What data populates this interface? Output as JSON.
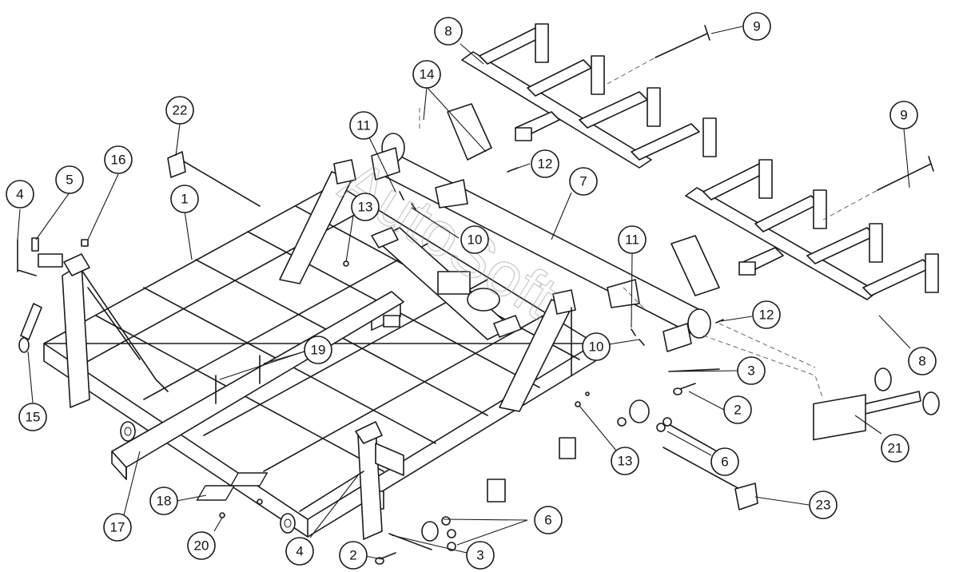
{
  "watermark": "AutoSoft",
  "callouts": [
    {
      "id": "c1",
      "label": "1"
    },
    {
      "id": "c2a",
      "label": "2"
    },
    {
      "id": "c2b",
      "label": "2"
    },
    {
      "id": "c3a",
      "label": "3"
    },
    {
      "id": "c3b",
      "label": "3"
    },
    {
      "id": "c4a",
      "label": "4"
    },
    {
      "id": "c4b",
      "label": "4"
    },
    {
      "id": "c5",
      "label": "5"
    },
    {
      "id": "c6a",
      "label": "6"
    },
    {
      "id": "c6b",
      "label": "6"
    },
    {
      "id": "c7",
      "label": "7"
    },
    {
      "id": "c8a",
      "label": "8"
    },
    {
      "id": "c8b",
      "label": "8"
    },
    {
      "id": "c9a",
      "label": "9"
    },
    {
      "id": "c9b",
      "label": "9"
    },
    {
      "id": "c10a",
      "label": "10"
    },
    {
      "id": "c10b",
      "label": "10"
    },
    {
      "id": "c11a",
      "label": "11"
    },
    {
      "id": "c11b",
      "label": "11"
    },
    {
      "id": "c12a",
      "label": "12"
    },
    {
      "id": "c12b",
      "label": "12"
    },
    {
      "id": "c13a",
      "label": "13"
    },
    {
      "id": "c13b",
      "label": "13"
    },
    {
      "id": "c14",
      "label": "14"
    },
    {
      "id": "c15",
      "label": "15"
    },
    {
      "id": "c16",
      "label": "16"
    },
    {
      "id": "c17",
      "label": "17"
    },
    {
      "id": "c18",
      "label": "18"
    },
    {
      "id": "c19",
      "label": "19"
    },
    {
      "id": "c20",
      "label": "20"
    },
    {
      "id": "c21",
      "label": "21"
    },
    {
      "id": "c22",
      "label": "22"
    },
    {
      "id": "c23",
      "label": "23"
    }
  ]
}
